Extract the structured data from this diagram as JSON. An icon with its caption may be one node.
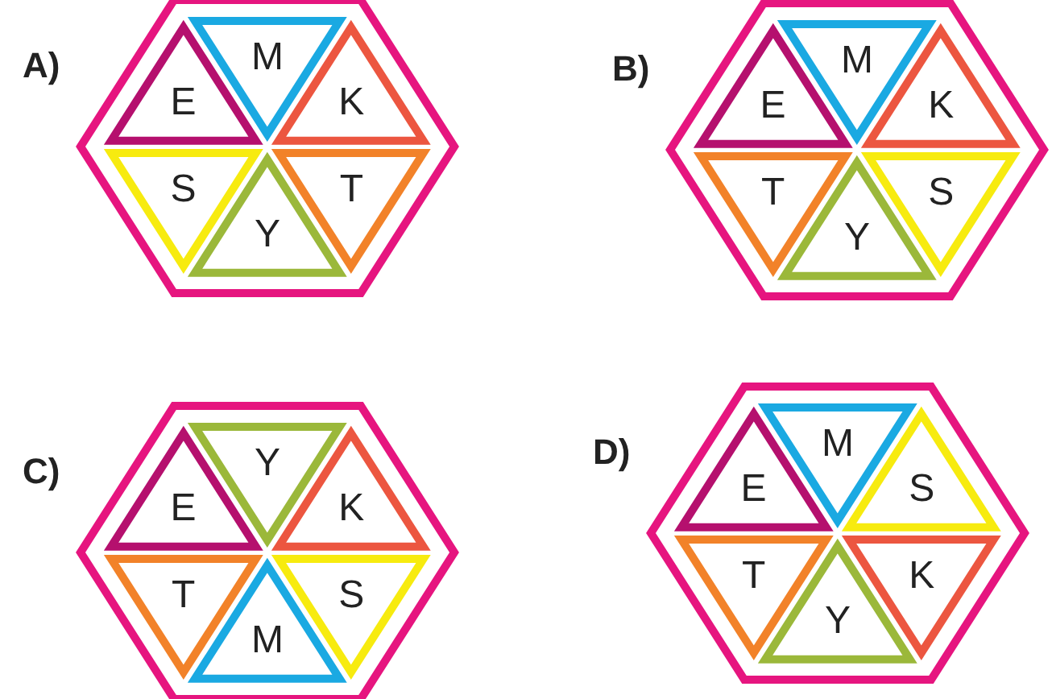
{
  "diagram": {
    "nodes": [
      {
        "text": [
          "A)"
        ]
      },
      {
        "text": [
          "E"
        ],
        "in": 0
      },
      {
        "text": [
          "M"
        ],
        "in": 0
      },
      {
        "text": [
          "K"
        ],
        "in": 0
      },
      {
        "text": [
          "S"
        ],
        "in": 0
      },
      {
        "text": [
          "Y"
        ],
        "in": 0
      },
      {
        "text": [
          "T"
        ],
        "in": 0
      },
      {
        "text": [
          "B)"
        ]
      },
      {
        "text": [
          "E"
        ],
        "in": 7
      },
      {
        "text": [
          "M"
        ],
        "in": 7
      },
      {
        "text": [
          "K"
        ],
        "in": 7
      },
      {
        "text": [
          "T"
        ],
        "in": 7
      },
      {
        "text": [
          "Y"
        ],
        "in": 7
      },
      {
        "text": [
          "S"
        ],
        "in": 7
      },
      {
        "text": [
          "C)"
        ]
      },
      {
        "text": [
          "E"
        ],
        "in": 14
      },
      {
        "text": [
          "Y"
        ],
        "in": 14
      },
      {
        "text": [
          "K"
        ],
        "in": 14
      },
      {
        "text": [
          "T"
        ],
        "in": 14
      },
      {
        "text": [
          "M"
        ],
        "in": 14
      },
      {
        "text": [
          "S"
        ],
        "in": 14
      },
      {
        "text": [
          "D)"
        ]
      },
      {
        "text": [
          "E"
        ],
        "in": 21
      },
      {
        "text": [
          "M"
        ],
        "in": 21
      },
      {
        "text": [
          "S"
        ],
        "in": 21
      },
      {
        "text": [
          "T"
        ],
        "in": 21
      },
      {
        "text": [
          "Y"
        ],
        "in": 21
      },
      {
        "text": [
          "K"
        ],
        "in": 21
      }
    ]
  }
}
